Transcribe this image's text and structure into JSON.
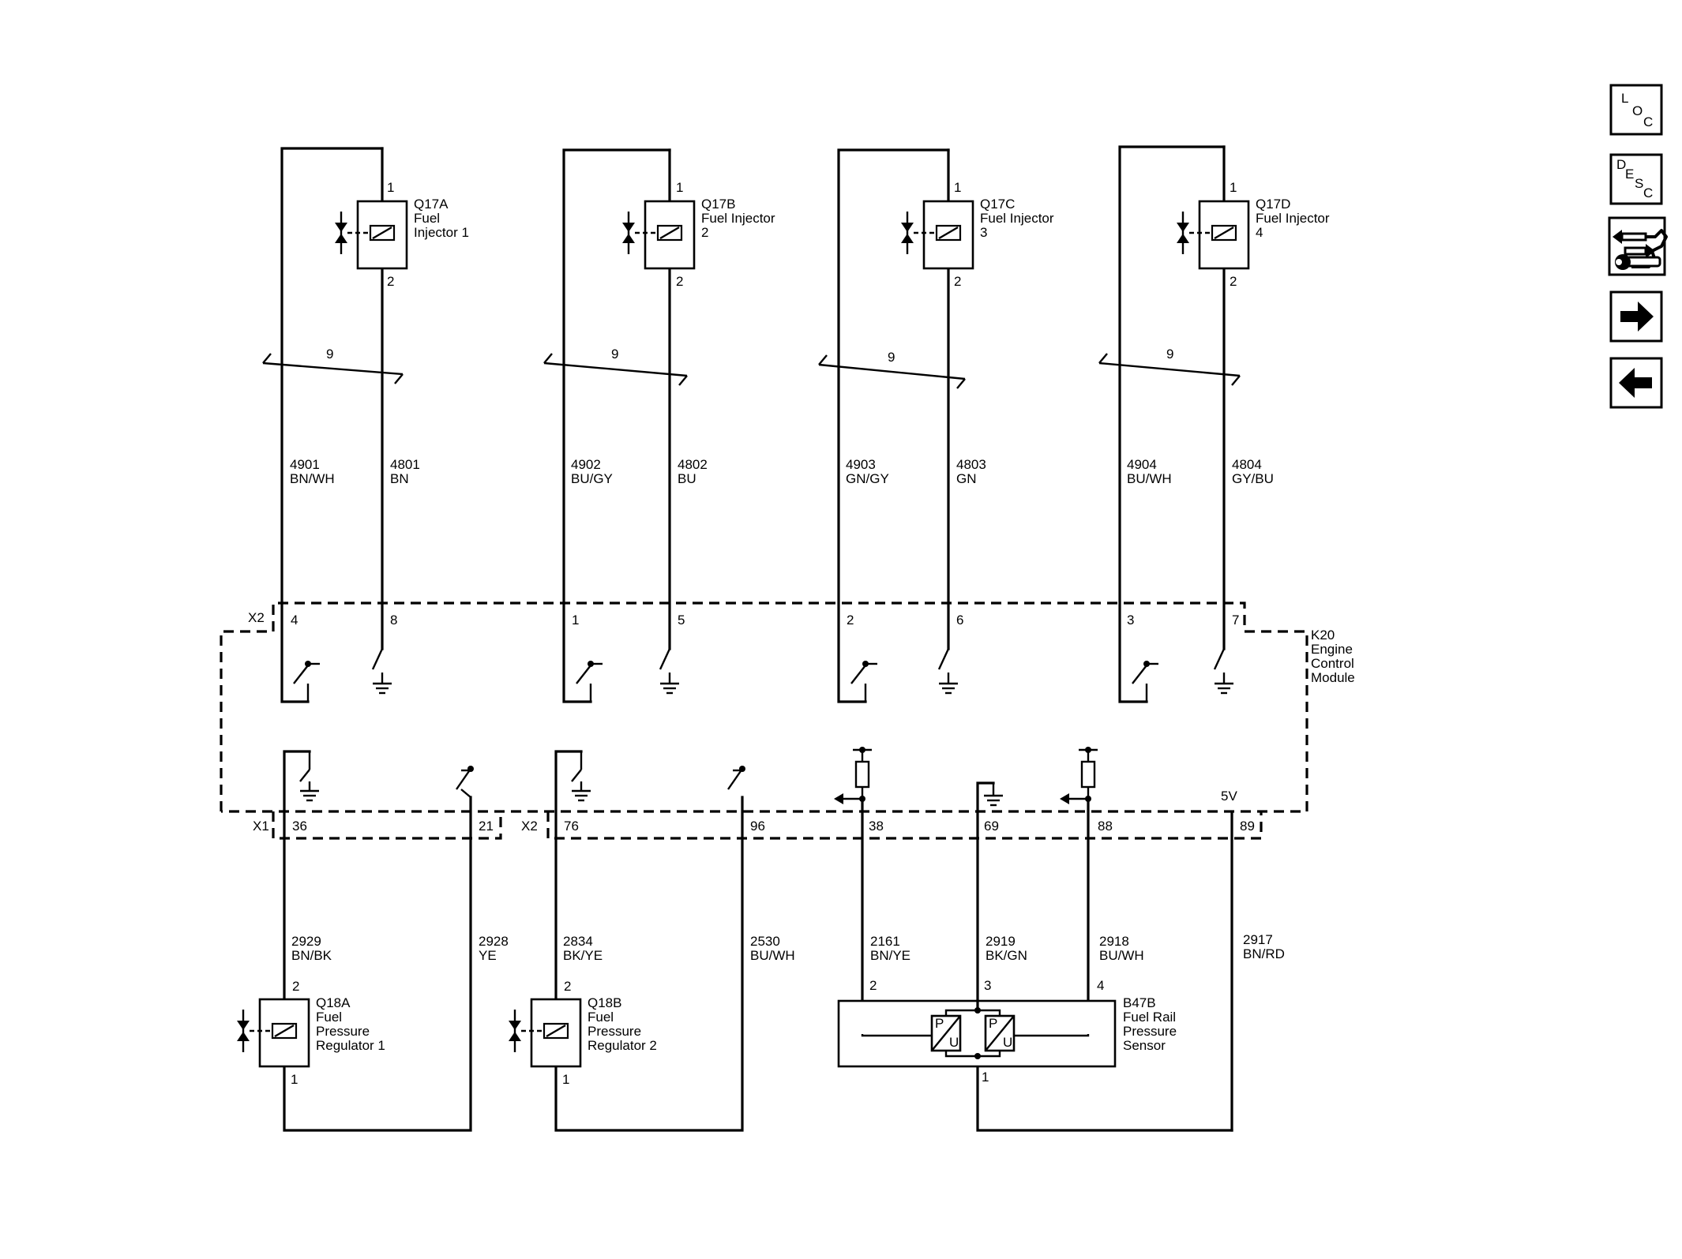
{
  "toolbar": {
    "loc_letters": [
      "L",
      "O",
      "C"
    ],
    "desc_letters": [
      "D",
      "E",
      "S",
      "C"
    ]
  },
  "injectors": [
    {
      "id": "Q17A",
      "name_lines": [
        "Fuel",
        "Injector 1"
      ],
      "pin_top": "1",
      "pin_bottom": "2",
      "bundle": "9",
      "wire_left": {
        "circuit": "4901",
        "color": "BN/WH"
      },
      "wire_right": {
        "circuit": "4801",
        "color": "BN"
      },
      "ecm_pin_left": "4",
      "ecm_pin_right": "8"
    },
    {
      "id": "Q17B",
      "name_lines": [
        "Fuel Injector",
        "2"
      ],
      "pin_top": "1",
      "pin_bottom": "2",
      "bundle": "9",
      "wire_left": {
        "circuit": "4902",
        "color": "BU/GY"
      },
      "wire_right": {
        "circuit": "4802",
        "color": "BU"
      },
      "ecm_pin_left": "1",
      "ecm_pin_right": "5"
    },
    {
      "id": "Q17C",
      "name_lines": [
        "Fuel Injector",
        "3"
      ],
      "pin_top": "1",
      "pin_bottom": "2",
      "bundle": "9",
      "wire_left": {
        "circuit": "4903",
        "color": "GN/GY"
      },
      "wire_right": {
        "circuit": "4803",
        "color": "GN"
      },
      "ecm_pin_left": "2",
      "ecm_pin_right": "6"
    },
    {
      "id": "Q17D",
      "name_lines": [
        "Fuel Injector",
        "4"
      ],
      "pin_top": "1",
      "pin_bottom": "2",
      "bundle": "9",
      "wire_left": {
        "circuit": "4904",
        "color": "BU/WH"
      },
      "wire_right": {
        "circuit": "4804",
        "color": "GY/BU"
      },
      "ecm_pin_left": "3",
      "ecm_pin_right": "7"
    }
  ],
  "ecm": {
    "id": "K20",
    "name_lines": [
      "Engine",
      "Control",
      "Module"
    ],
    "connector_top": "X2",
    "connector_x1": "X1",
    "connector_x2_bottom": "X2",
    "five_volt": "5V"
  },
  "regulators": [
    {
      "id": "Q18A",
      "name_lines": [
        "Fuel",
        "Pressure",
        "Regulator 1"
      ],
      "pin_top": "2",
      "pin_bottom": "1",
      "wire_a": {
        "circuit": "2929",
        "color": "BN/BK",
        "ecm_pin": "36"
      },
      "wire_b": {
        "circuit": "2928",
        "color": "YE",
        "ecm_pin": "21"
      }
    },
    {
      "id": "Q18B",
      "name_lines": [
        "Fuel",
        "Pressure",
        "Regulator 2"
      ],
      "pin_top": "2",
      "pin_bottom": "1",
      "wire_a": {
        "circuit": "2834",
        "color": "BK/YE",
        "ecm_pin": "76"
      },
      "wire_b": {
        "circuit": "2530",
        "color": "BU/WH",
        "ecm_pin": "96"
      }
    }
  ],
  "sensor": {
    "id": "B47B",
    "name_lines": [
      "Fuel Rail",
      "Pressure",
      "Sensor"
    ],
    "element_labels": [
      "P",
      "U"
    ],
    "pins": {
      "left": "2",
      "center": "3",
      "right": "4",
      "bottom": "1"
    },
    "wires": [
      {
        "circuit": "2161",
        "color": "BN/YE",
        "ecm_pin": "38"
      },
      {
        "circuit": "2919",
        "color": "BK/GN",
        "ecm_pin": "69"
      },
      {
        "circuit": "2918",
        "color": "BU/WH",
        "ecm_pin": "88"
      },
      {
        "circuit": "2917",
        "color": "BN/RD",
        "ecm_pin": "89"
      }
    ]
  }
}
